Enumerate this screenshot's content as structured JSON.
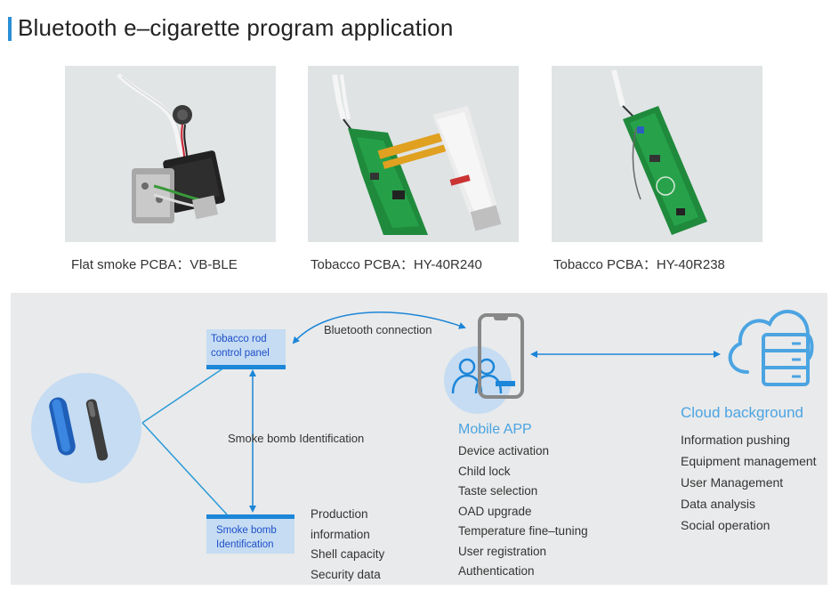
{
  "title": "Bluetooth e–cigarette program application",
  "products": [
    {
      "caption": "Flat smoke PCBA：VB-BLE"
    },
    {
      "caption": "Tobacco PCBA：HY-40R240"
    },
    {
      "caption": "Tobacco PCBA：HY-40R238"
    }
  ],
  "diagram": {
    "control_panel": {
      "line1": "Tobacco rod",
      "line2": "control panel"
    },
    "bomb_box": {
      "line1": "Smoke bomb",
      "line2": "Identification"
    },
    "bluetooth_label": "Bluetooth connection",
    "identification_label": "Smoke bomb Identification",
    "bomb_info": [
      "Production",
      "information",
      "Shell capacity",
      "Security data"
    ],
    "mobile_app": {
      "title": "Mobile APP",
      "features": [
        "Device activation",
        "Child lock",
        "Taste selection",
        "OAD upgrade",
        "Temperature fine–tuning",
        "User registration",
        "Authentication"
      ]
    },
    "cloud": {
      "title": "Cloud background",
      "features": [
        "Information pushing",
        "Equipment management",
        "User Management",
        "Data analysis",
        "Social operation"
      ]
    }
  },
  "colors": {
    "accent": "#2a8fd6",
    "light_blue": "#c5dcf3",
    "cloud_blue": "#4ba4e2",
    "panel_bg": "#e9eaeb"
  }
}
